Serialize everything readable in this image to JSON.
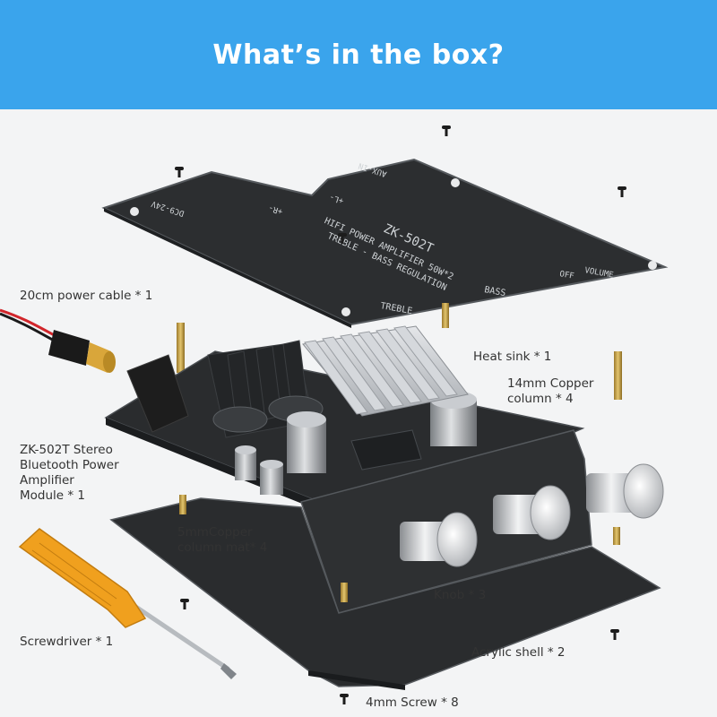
{
  "header": {
    "title": "What’s in the box?",
    "color": "#3aa4ec"
  },
  "labels": {
    "power_cable": "20cm power cable * 1",
    "heat_sink": "Heat sink * 1",
    "copper_column_line1": "14mm Copper",
    "copper_column_line2": "column * 4",
    "module_line1": "ZK-502T Stereo",
    "module_line2": "Bluetooth Power",
    "module_line3": "Amplifier",
    "module_line4": "Module * 1",
    "column_mat_line1": "5mmCopper",
    "column_mat_line2": "column mat* 4",
    "knob": "Knob * 3",
    "screwdriver": "Screwdriver * 1",
    "acrylic_shell": "Acrylic shell * 2",
    "screw": "4mm Screw * 8"
  },
  "board_print": {
    "model": "ZK-502T",
    "line1": "HIFI POWER AMPLIFIER 50W*2",
    "line2": "TREBLE - BASS REGULATION",
    "treble": "TREBLE",
    "bass": "BASS",
    "off": "OFF",
    "volume": "VOLUME",
    "dc_in": "DC9-24V",
    "aux_in": "AUX-IN",
    "r_plus": "+R-",
    "l_plus": "+L-"
  },
  "colors": {
    "pcb": "#2c2e30",
    "heatsink": "#c9ccd0",
    "knob": "#d7d9dc",
    "brass": "#c8a24a",
    "screwdriver_handle": "#f0a01e",
    "cable_red": "#d1262b"
  },
  "icons": [
    "screw-icon",
    "copper-column-icon",
    "knob-icon",
    "screwdriver-icon",
    "power-plug-icon",
    "heat-sink-icon"
  ]
}
